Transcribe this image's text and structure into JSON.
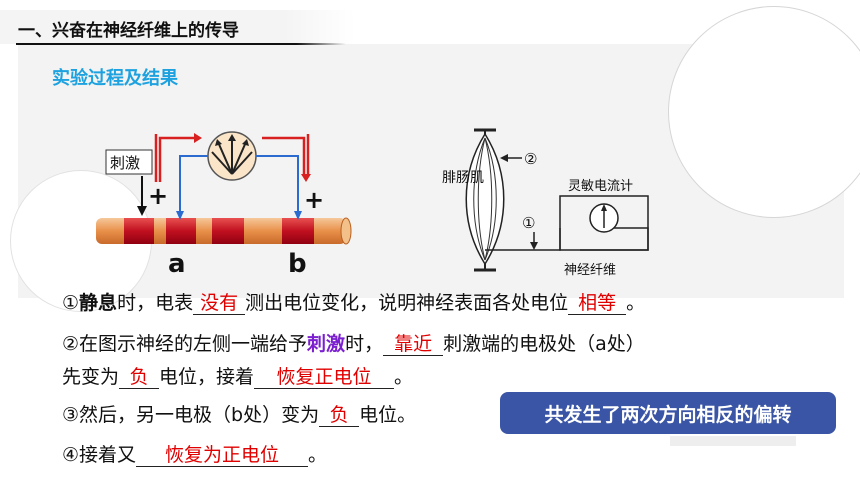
{
  "header": {
    "title": "一、兴奋在神经纤维上的传导"
  },
  "subtitle": "实验过程及结果",
  "diagram_left": {
    "stimulus_label": "刺激",
    "plus_left": "+",
    "plus_right": "+",
    "label_a": "a",
    "label_b": "b",
    "colors": {
      "nerve_orange": "#f0a050",
      "band_red": "#cc1a28",
      "arrow_red": "#d82020",
      "arrow_blue": "#2b6bd0"
    }
  },
  "diagram_right": {
    "muscle_label": "腓肠肌",
    "marker_2": "②",
    "marker_1": "①",
    "galvanometer_label": "灵敏电流计",
    "fiber_label": "神经纤维"
  },
  "lines": {
    "l1": {
      "p1": "①",
      "kw": "静息",
      "p2": "时，电表",
      "b1": "没有",
      "p3": "测出电位变化，说明神经表面各处电位",
      "b2": "相等",
      "p4": "。"
    },
    "l2": {
      "p1": "②在图示神经的左侧一端给予",
      "kw": "刺激",
      "p2": "时，",
      "b1": "靠近",
      "p3": "刺激端的电极处（a处）"
    },
    "l3": {
      "p1": "先变为",
      "b1": "负",
      "p2": "电位，接着",
      "b2": "恢复正电位",
      "p3": "。"
    },
    "l4": {
      "p1": "③然后，另一电极（b处）变为",
      "b1": "负",
      "p2": "电位。"
    },
    "l5": {
      "p1": "④接着又",
      "b1": "恢复为正电位",
      "p2": "。"
    }
  },
  "callout": "共发生了两次方向相反的偏转"
}
